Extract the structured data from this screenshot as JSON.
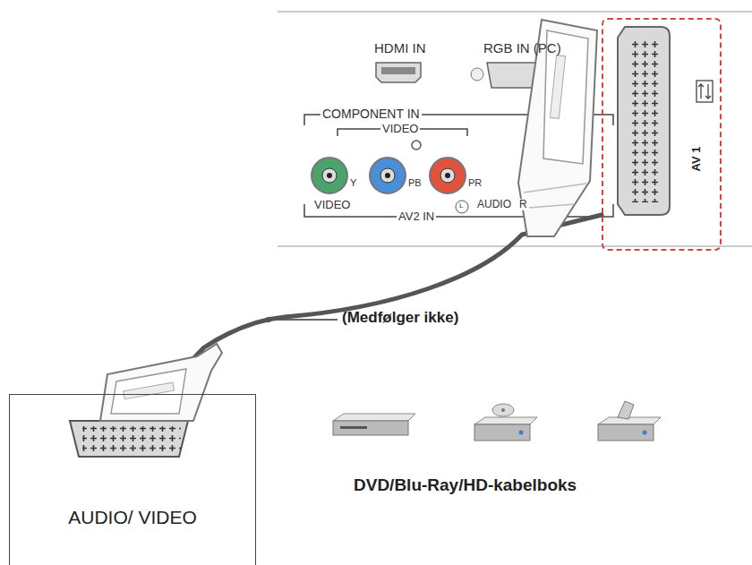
{
  "diagram": {
    "nodes": [
      {
        "text": [
          "AV 1"
        ]
      },
      {
        "text": [
          "AUDIO/ VIDEO"
        ]
      }
    ],
    "edges": [
      {
        "from": 1,
        "to": 0,
        "arrow": "none"
      }
    ],
    "labels": [
      "HDMI IN",
      "RGB IN (PC)",
      "COMPONENT IN",
      "VIDEO",
      "Y",
      "PB",
      "PR",
      "VIDEO",
      "AV2 IN",
      "L",
      "AUDIO",
      "R",
      "(Medfølger ikke)",
      "DVD/Blu-Ray/HD-kabelboks"
    ]
  }
}
